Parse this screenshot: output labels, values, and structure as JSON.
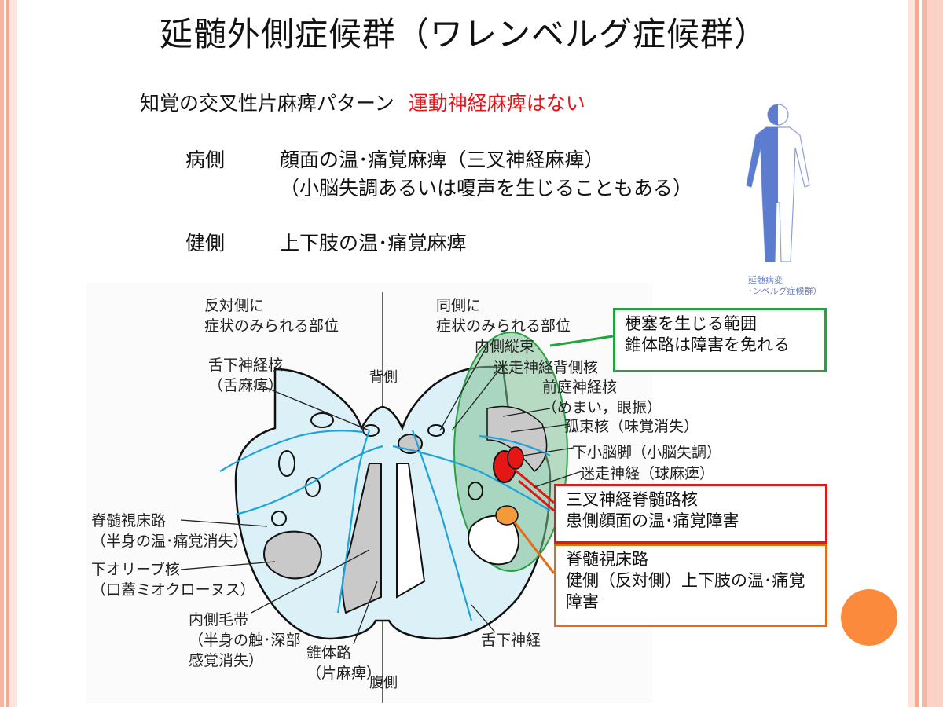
{
  "title": "延髄外側症候群（ワレンベルグ症候群）",
  "subtitle": "知覚の交叉性片麻痺パターン",
  "subtitle_red": "運動神経麻痺はない",
  "affected_side": {
    "label": "病側",
    "line1": "顔面の温･痛覚麻痺（三叉神経麻痺）",
    "line2": "（小脳失調あるいは嗄声を生じることもある）"
  },
  "healthy_side": {
    "label": "健側",
    "line1": "上下肢の温･痛覚麻痺"
  },
  "body_caption": {
    "line1": "延髄病変",
    "line2": "･ンベルグ症候群）"
  },
  "figure": {
    "opposite_side": [
      "反対側に",
      "症状のみられる部位"
    ],
    "same_side": [
      "同側に",
      "症状のみられる部位"
    ],
    "dorsal": "背側",
    "ventral": "腹側",
    "labels": {
      "hypoglossal_nucleus": [
        "舌下神経核",
        "（舌麻痺）"
      ],
      "mlf": "内側縦束",
      "vagus_dorsal_nucleus": "迷走神経背側核",
      "vestibular_nucleus": [
        "前庭神経核",
        "（めまい，眼振）"
      ],
      "solitary_nucleus": "孤束核（味覚消失）",
      "inferior_cerebellar_peduncle": "下小脳脚（小脳失調）",
      "vagus_nerve": "迷走神経（球麻痺）",
      "spinothalamic_tract": [
        "脊髄視床路",
        "（半身の温･痛覚消失）"
      ],
      "inferior_olive": [
        "下オリーブ核",
        "（口蓋ミオクローヌス）"
      ],
      "medial_lemniscus": [
        "内側毛帯",
        "（半身の触･深部",
        "感覚消失）"
      ],
      "pyramidal_tract": [
        "錐体路",
        "（片麻痺）"
      ],
      "hypoglossal_nerve": "舌下神経"
    }
  },
  "callouts": {
    "green": [
      "梗塞を生じる範囲",
      "錐体路は障害を免れる"
    ],
    "red": [
      "三叉神経脊髄路核",
      "患側顔面の温･痛覚障害"
    ],
    "orange": [
      "脊髄視床路",
      "健側（反対側）上下肢の温･痛覚",
      "障害"
    ]
  },
  "colors": {
    "accent_red": "#e8141a",
    "green_border": "#22a53a",
    "red_border": "#e01818",
    "orange_border": "#e86b14",
    "medulla_fill": "#d8f0f6",
    "nerve_blue": "#1fa3d8",
    "infarct_green": "#7fbf94"
  }
}
